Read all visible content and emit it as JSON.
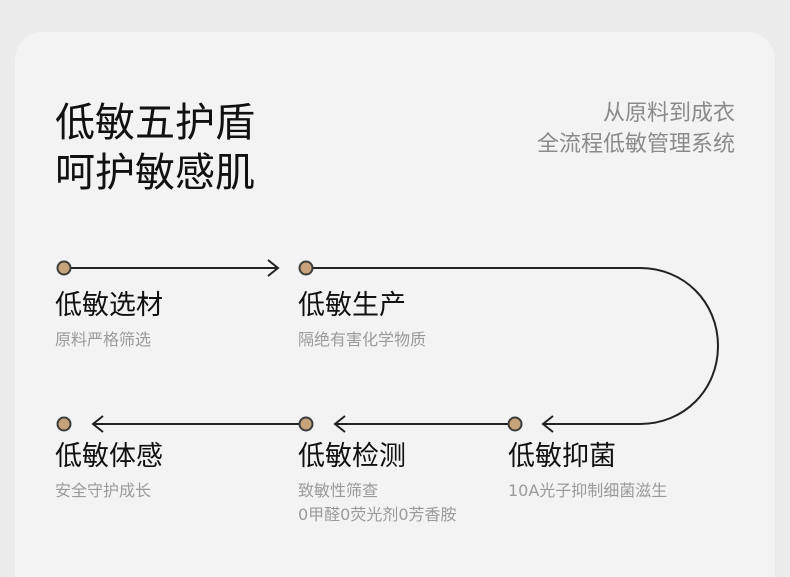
{
  "header": {
    "title_line1": "低敏五护盾",
    "title_line2": "呵护敏感肌",
    "subtitle_line1": "从原料到成衣",
    "subtitle_line2": "全流程低敏管理系统"
  },
  "steps": [
    {
      "title": "低敏选材",
      "desc": "原料严格筛选"
    },
    {
      "title": "低敏生产",
      "desc": "隔绝有害化学物质"
    },
    {
      "title": "低敏抑菌",
      "desc": "10A光子抑制细菌滋生"
    },
    {
      "title": "低敏检测",
      "desc_line1": "致敏性筛查",
      "desc_line2": "0甲醛0荧光剂0芳香胺"
    },
    {
      "title": "低敏体感",
      "desc": "安全守护成长"
    }
  ],
  "colors": {
    "background": "#ececec",
    "card": "#f3f3f3",
    "dot_fill": "#c7a37b",
    "title": "#111111",
    "muted": "#9a9a9a",
    "line": "#222222"
  }
}
